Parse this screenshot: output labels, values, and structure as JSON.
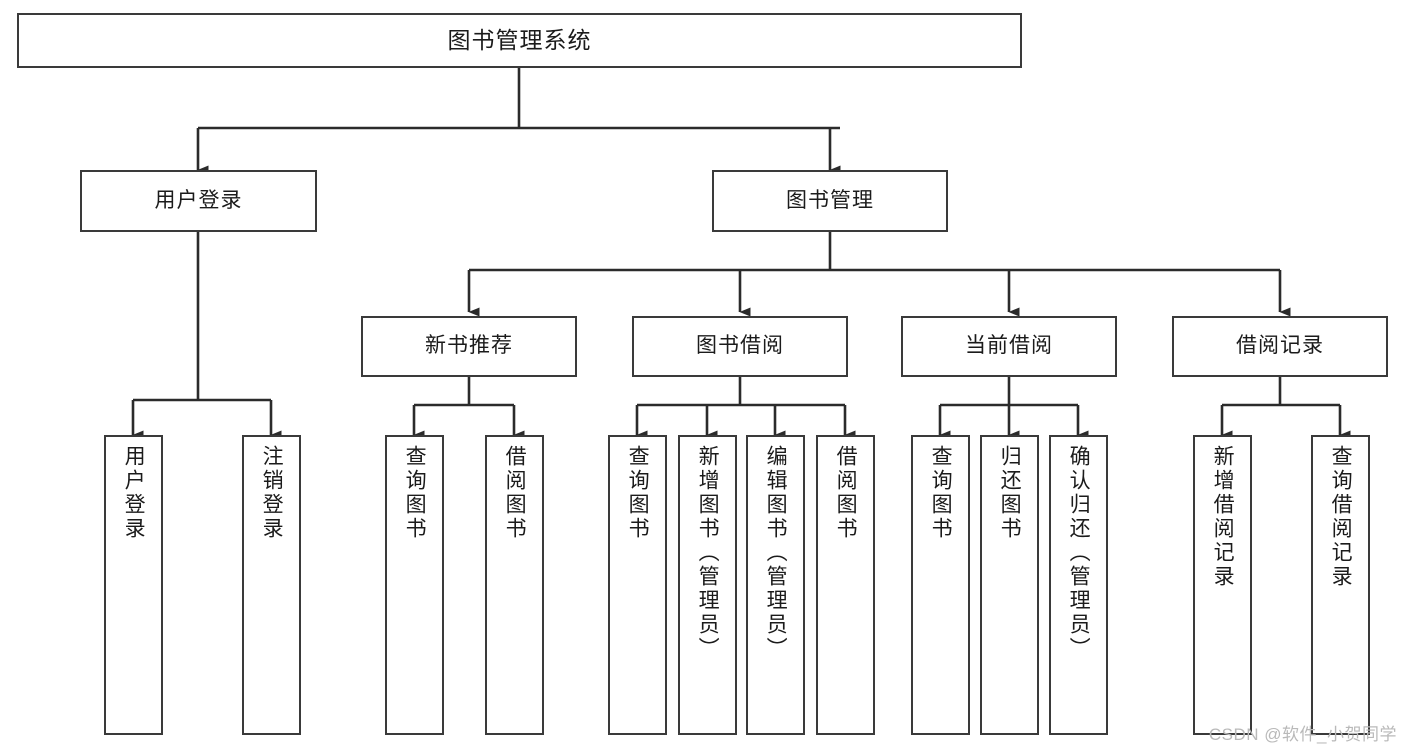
{
  "diagram": {
    "type": "tree",
    "title": "图书管理系统",
    "watermark": "CSDN @软件_小贺同学",
    "colors": {
      "box_stroke": "#3a3a3a",
      "box_fill": "#ffffff",
      "edge": "#2b2b2b",
      "text": "#1b1b1b",
      "watermark": "#b9b9b9"
    },
    "nodes": {
      "root": {
        "label": "图书管理系统"
      },
      "level2": [
        {
          "label": "用户登录"
        },
        {
          "label": "图书管理"
        }
      ],
      "level3": [
        {
          "label": "新书推荐"
        },
        {
          "label": "图书借阅"
        },
        {
          "label": "当前借阅"
        },
        {
          "label": "借阅记录"
        }
      ],
      "leaves": [
        {
          "label": "用户登录"
        },
        {
          "label": "注销登录"
        },
        {
          "label": "查询图书"
        },
        {
          "label": "借阅图书"
        },
        {
          "label": "查询图书"
        },
        {
          "label": "新增图书（管理员）"
        },
        {
          "label": "编辑图书（管理员）"
        },
        {
          "label": "借阅图书"
        },
        {
          "label": "查询图书"
        },
        {
          "label": "归还图书"
        },
        {
          "label": "确认归还（管理员）"
        },
        {
          "label": "新增借阅记录"
        },
        {
          "label": "查询借阅记录"
        }
      ]
    }
  }
}
